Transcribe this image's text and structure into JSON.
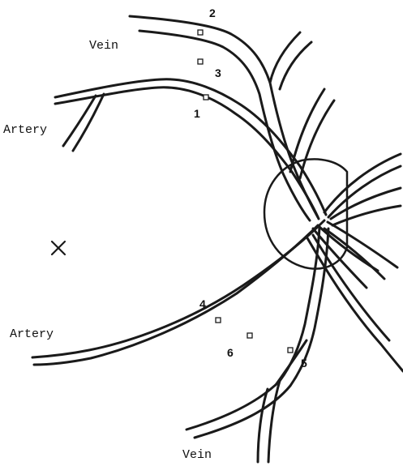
{
  "labels": {
    "vein_top": "Vein",
    "artery_upper": "Artery",
    "artery_lower": "Artery",
    "vein_bottom": "Vein"
  },
  "sites": [
    {
      "id": "1",
      "label": "1"
    },
    {
      "id": "2",
      "label": "2"
    },
    {
      "id": "3",
      "label": "3"
    },
    {
      "id": "4",
      "label": "4"
    },
    {
      "id": "5",
      "label": "5"
    },
    {
      "id": "6",
      "label": "6"
    }
  ],
  "fovea_mark": "X",
  "colors": {
    "ink": "#1a1a1a",
    "background": "#ffffff"
  }
}
